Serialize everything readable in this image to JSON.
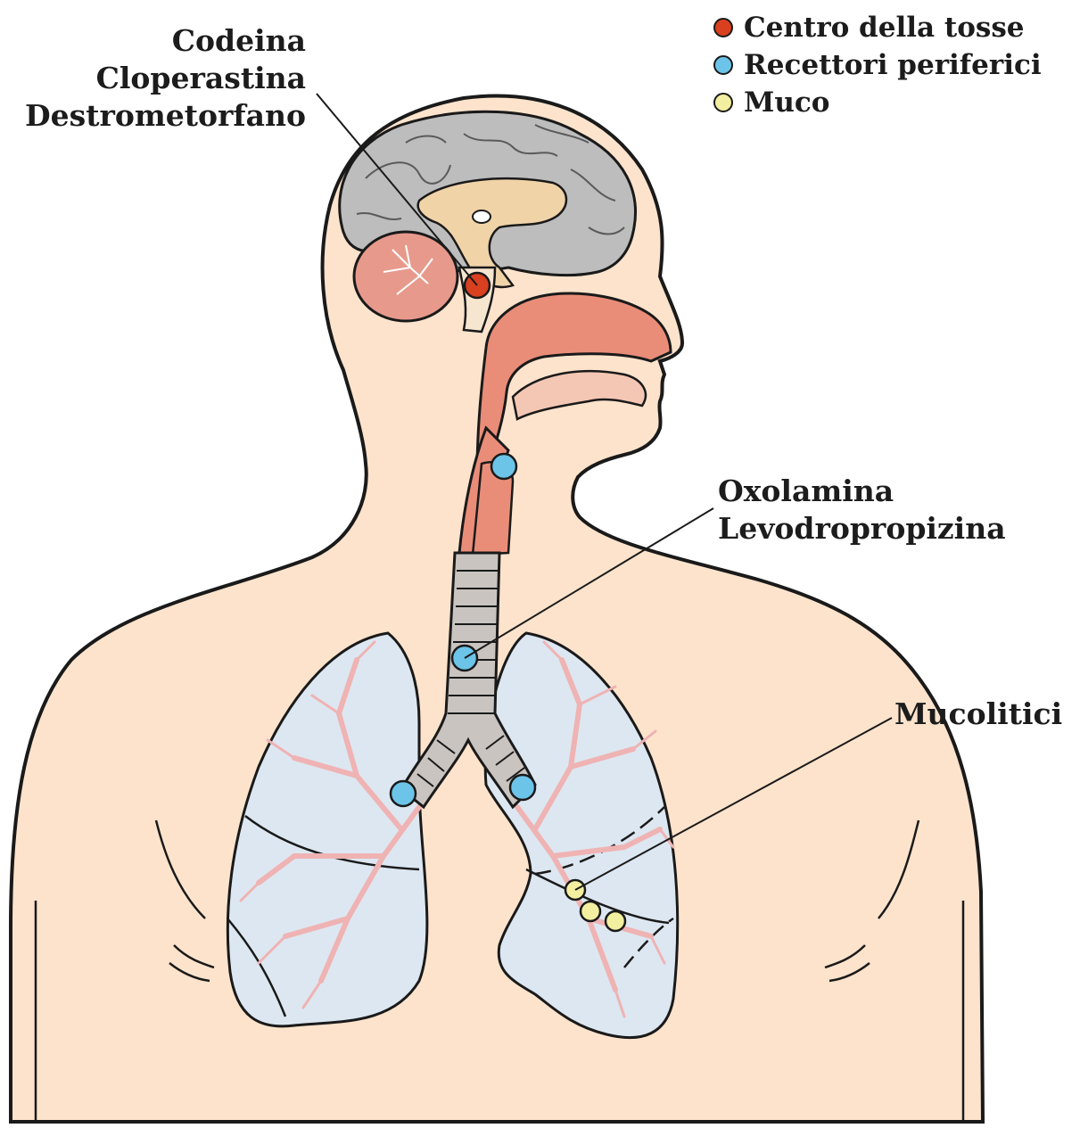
{
  "legend": {
    "items": [
      {
        "label": "Centro della tosse",
        "color": "#d9401f"
      },
      {
        "label": "Recettori periferici",
        "color": "#6cc4e8"
      },
      {
        "label": "Muco",
        "color": "#f3efa0"
      }
    ]
  },
  "labels": {
    "central_drugs": [
      "Codeina",
      "Cloperastina",
      "Destrometorfano"
    ],
    "peripheral_drugs": [
      "Oxolamina",
      "Levodropropizina"
    ],
    "mucus_drugs": "Mucolitici"
  },
  "colors": {
    "skin": "#fde3cc",
    "outline": "#1a1a1a",
    "brain_cortex": "#bdbdbd",
    "brain_inner": "#f1d3a8",
    "cerebellum": "#e79a8c",
    "airway": "#e98d79",
    "trachea": "#c9c4c0",
    "lung": "#dde7f1",
    "bronchi": "#efb3b3"
  }
}
